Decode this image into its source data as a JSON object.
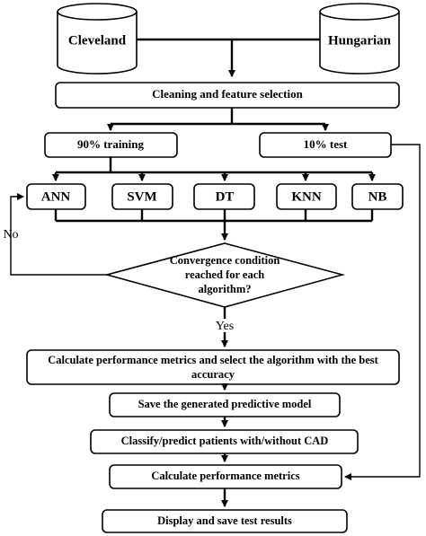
{
  "sources": {
    "left": "Cleveland",
    "right": "Hungarian"
  },
  "steps": {
    "cleaning": "Cleaning and feature selection",
    "training": "90% training",
    "test": "10% test",
    "algorithms": [
      "ANN",
      "SVM",
      "DT",
      "KNN",
      "NB"
    ],
    "decision": [
      "Convergence condition",
      "reached for each",
      "algorithm?"
    ],
    "no_label": "No",
    "yes_label": "Yes",
    "select_best": [
      "Calculate performance metrics and select the algorithm with the best",
      "accuracy"
    ],
    "save_model": "Save the generated predictive model",
    "classify": "Classify/predict patients with/without CAD",
    "calc_metrics": "Calculate performance metrics",
    "display": "Display and save test results"
  }
}
